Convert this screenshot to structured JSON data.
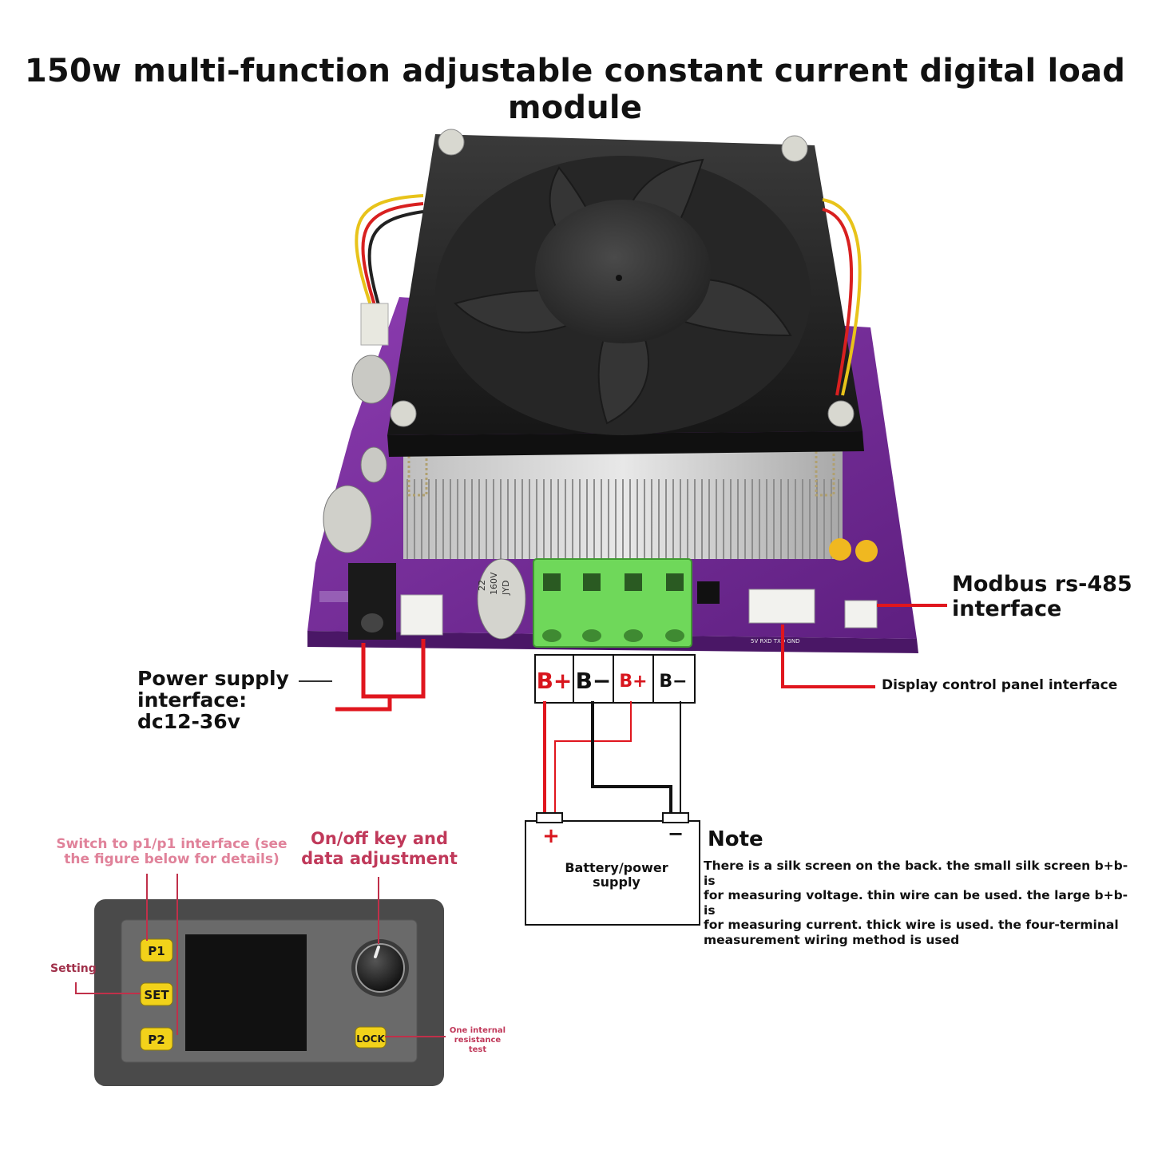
{
  "title": "150w multi-function adjustable constant current digital load module",
  "labels": {
    "power_supply": [
      "Power supply",
      "interface:",
      "dc12-36v"
    ],
    "modbus": [
      "Modbus rs-485",
      "interface"
    ],
    "display_panel": "Display control panel interface",
    "battery": [
      "Battery/power",
      "supply"
    ],
    "battery_plus": "+",
    "battery_minus": "−",
    "note_title": "Note",
    "note_body": [
      "There is a silk screen on the back. the small silk screen b+b- is",
      "for measuring voltage. thin wire can be used. the large b+b- is",
      "for measuring current. thick wire is used. the four-terminal",
      "measurement wiring method is used"
    ],
    "switch_interface": [
      "Switch to p1/p1 interface (see",
      "the figure below for details)"
    ],
    "onoff_key": [
      "On/off key and",
      "data adjustment"
    ],
    "setting": "Setting",
    "internal_resistance": [
      "One internal",
      "resistance test"
    ]
  },
  "terminals": [
    "B+",
    "B−",
    "B+",
    "B−"
  ],
  "panel_buttons": [
    "P1",
    "SET",
    "P2",
    "LOCK"
  ],
  "pcb_silk": {
    "cap_label_1": "22",
    "cap_label_2": "160V",
    "cap_label_3": "JYD",
    "header_label": "5V  RXD  TXD  GND"
  },
  "colors": {
    "pcb": "#7a2e9c",
    "terminal_block": "#6fd85a",
    "fan": "#2b2b2b",
    "wire_red": "#e0161e",
    "wire_black": "#111111",
    "knob": "#1a1a1a",
    "button": "#f2d21a"
  }
}
